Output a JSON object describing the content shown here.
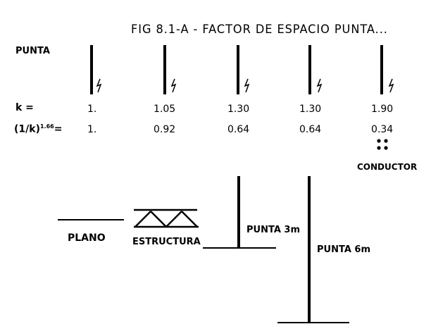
{
  "title": "FIG 8.1-A - FACTOR DE ESPACIO PUNTA...",
  "row_labels": {
    "punta": "PUNTA",
    "k": "k =",
    "exp_base": "(1/k)",
    "exp_power": "1.66",
    "exp_eq": "="
  },
  "k_values": [
    "1.",
    "1.05",
    "1.30",
    "1.30",
    "1.90"
  ],
  "factor_values": [
    "1.",
    "0.92",
    "0.64",
    "0.64",
    "0.34"
  ],
  "labels": {
    "conductor": "CONDUCTOR",
    "plano": "PLANO",
    "estructura": "ESTRUCTURA",
    "punta_3m": "PUNTA 3m",
    "punta_6m": "PUNTA 6m"
  }
}
